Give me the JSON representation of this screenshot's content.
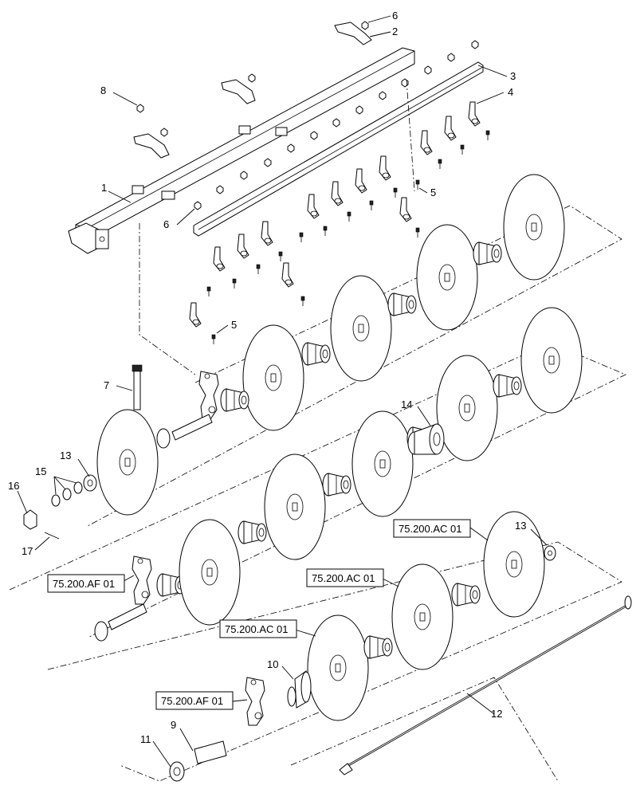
{
  "callouts": {
    "c1": "1",
    "c2": "2",
    "c3": "3",
    "c4": "4",
    "c5a": "5",
    "c5b": "5",
    "c6a": "6",
    "c6b": "6",
    "c7": "7",
    "c8": "8",
    "c9": "9",
    "c10": "10",
    "c11": "11",
    "c12": "12",
    "c13a": "13",
    "c13b": "13",
    "c14": "14",
    "c15": "15",
    "c16": "16",
    "c17": "17"
  },
  "references": {
    "ref_ac_1": "75.200.AC 01",
    "ref_ac_2": "75.200.AC 01",
    "ref_ac_3": "75.200.AC 01",
    "ref_af_1": "75.200.AF 01",
    "ref_af_2": "75.200.AF 01"
  }
}
